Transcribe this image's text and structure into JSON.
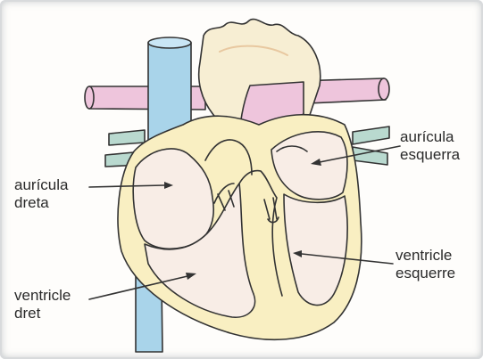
{
  "labels": {
    "right_atrium": "aurícula\ndreta",
    "left_atrium": "aurícula\nesquerra",
    "left_ventricle": "ventricle\nesquerre",
    "right_ventricle": "ventricle\ndret"
  },
  "colors": {
    "vena_cava": "#a9d4ea",
    "aorta": "#f7eed3",
    "pulmonary_artery": "#eec5dc",
    "pulmonary_vein": "#b9d9cf",
    "heart_wall": "#f9efc2",
    "chamber": "#f8ede6",
    "outline": "#333333"
  }
}
